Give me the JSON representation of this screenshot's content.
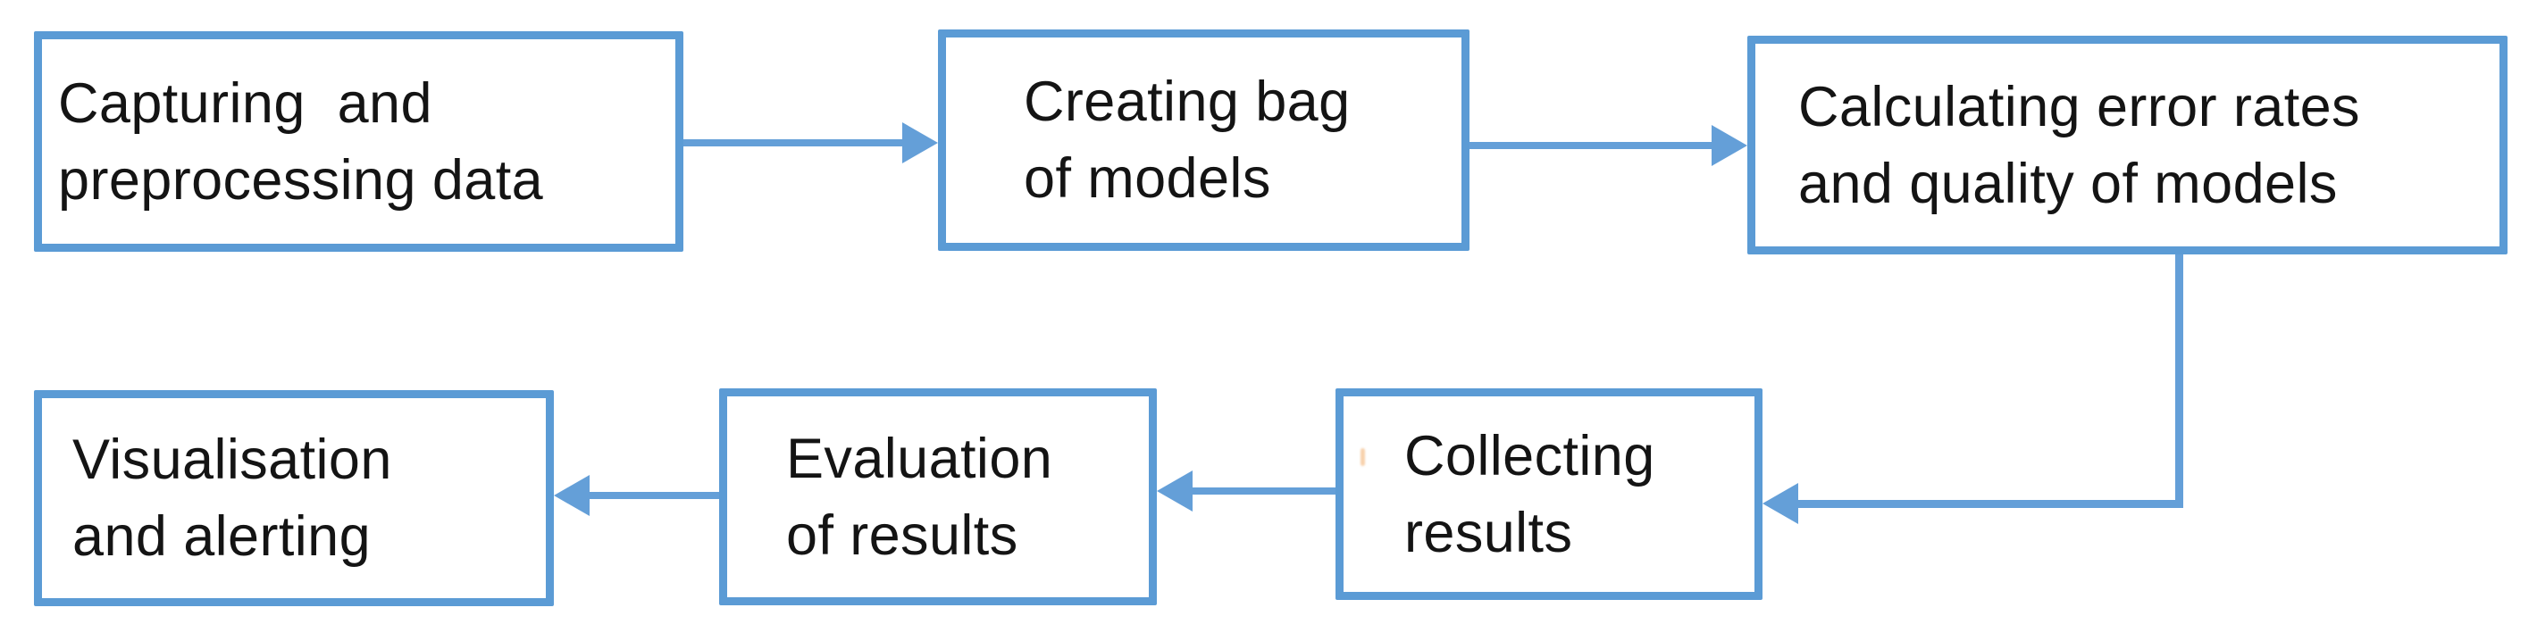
{
  "diagram": {
    "type": "flowchart",
    "colors": {
      "box_border": "#5b9bd5",
      "arrow": "#649fd8",
      "text": "#141414",
      "background": "#ffffff",
      "stray_mark": "#f3b982"
    },
    "nodes": [
      {
        "id": "capturing",
        "lines": [
          "Capturing  and",
          "preprocessing data"
        ]
      },
      {
        "id": "creating",
        "lines": [
          "Creating bag",
          "of models"
        ]
      },
      {
        "id": "calculating",
        "lines": [
          "Calculating error rates",
          "and quality of models"
        ]
      },
      {
        "id": "visualising",
        "lines": [
          "Visualisation",
          "and alerting"
        ]
      },
      {
        "id": "evaluation",
        "lines": [
          "Evaluation",
          "of results"
        ]
      },
      {
        "id": "collecting",
        "lines": [
          "Collecting",
          "results"
        ]
      }
    ],
    "edges": [
      {
        "from": "capturing",
        "to": "creating",
        "shape": "straight-right"
      },
      {
        "from": "creating",
        "to": "calculating",
        "shape": "straight-right"
      },
      {
        "from": "calculating",
        "to": "collecting",
        "shape": "elbow-down-left"
      },
      {
        "from": "collecting",
        "to": "evaluation",
        "shape": "straight-left"
      },
      {
        "from": "evaluation",
        "to": "visualising",
        "shape": "straight-left"
      }
    ]
  }
}
